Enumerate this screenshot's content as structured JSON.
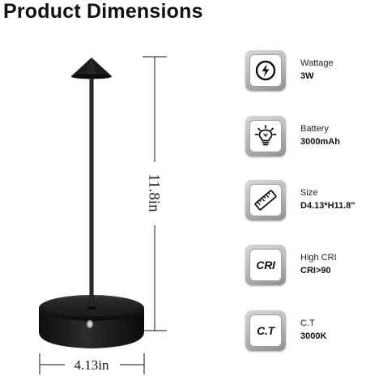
{
  "heading": "Product Dimensions",
  "dimensions": {
    "height": "11.8in",
    "width": "4.13in"
  },
  "specs": [
    {
      "icon": "lightning-bolt-icon",
      "label": "Wattage",
      "value": "3W"
    },
    {
      "icon": "lightbulb-icon",
      "label": "Battery",
      "value": "3000mAh"
    },
    {
      "icon": "ruler-icon",
      "label": "Size",
      "value": "D4.13*H11.8\""
    },
    {
      "icon": "cri-icon",
      "icon_text": "CRI",
      "label": "High CRI",
      "value": "CRI>90"
    },
    {
      "icon": "ct-icon",
      "icon_text": "C.T",
      "label": "C.T",
      "value": "3000K"
    }
  ],
  "colors": {
    "lamp": "#1a1a1a",
    "tile_frame": "#b3b3b3",
    "text": "#111111"
  }
}
